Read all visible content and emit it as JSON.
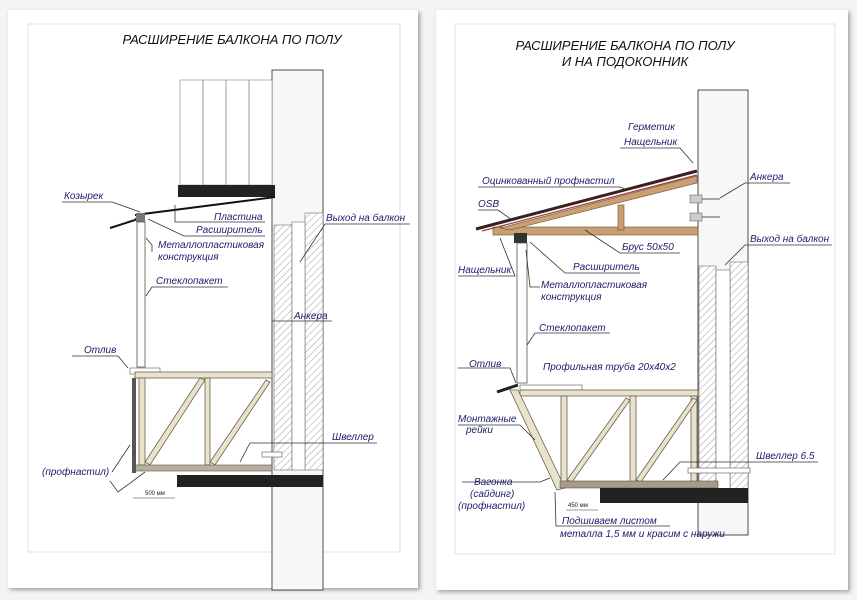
{
  "left": {
    "title": "РАСШИРЕНИЕ БАЛКОНА ПО ПОЛУ",
    "labels": {
      "kozyrek": "Козырек",
      "plastina": "Пластина",
      "rasshiritel": "Расширитель",
      "metall_1": "Металлопластиковая",
      "metall_2": "конструкция",
      "steklopaket": "Стеклопакет",
      "vyhod": "Выход на балкон",
      "ankera": "Анкера",
      "otliv": "Отлив",
      "shveller": "Швеллер",
      "profnastil": "(профнастил)",
      "dim": "500 мм"
    }
  },
  "right": {
    "title_1": "РАСШИРЕНИЕ БАЛКОНА ПО ПОЛУ",
    "title_2": "И НА ПОДОКОННИК",
    "labels": {
      "germetik": "Герметик",
      "nashchelnik_top": "Нащельник",
      "ocinkovanny": "Оцинкованный профнастил",
      "ankera": "Анкера",
      "osb": "OSB",
      "brus": "Брус 50х50",
      "vyhod": "Выход на балкон",
      "nashchelnik_left": "Нащельник",
      "rasshiritel": "Расширитель",
      "metall_1": "Металлопластиковая",
      "metall_2": "конструкция",
      "steklopaket": "Стеклопакет",
      "otliv": "Отлив",
      "truba": "Профильная труба 20х40х2",
      "montazh_1": "Монтажные",
      "montazh_2": "рейки",
      "shveller": "Швеллер 6.5",
      "vagonka_1": "Вагонка",
      "vagonka_2": "(сайдинг)",
      "vagonka_3": "(профнастил)",
      "dim": "450 мм",
      "podshivaem_1": "Подшиваем листом",
      "podshivaem_2": "металла 1,5 мм и красим с наружи"
    }
  }
}
